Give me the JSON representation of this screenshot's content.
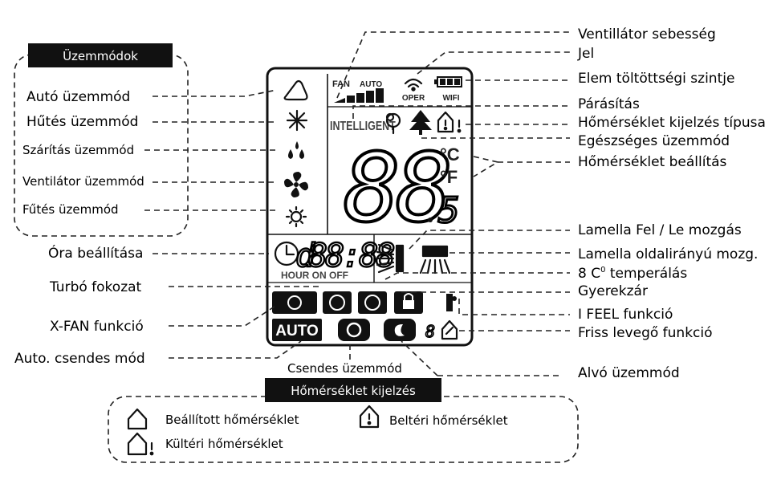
{
  "groups": {
    "modes_title": "Üzemmódok",
    "temp_display_title": "Hőmérséklet kijelzés"
  },
  "left_labels": {
    "auto_mode": "Autó üzemmód",
    "cool_mode": "Hűtés üzemmód",
    "dry_mode": "Szárítás üzemmód",
    "fan_mode": "Ventilátor üzemmód",
    "heat_mode": "Fűtés üzemmód",
    "clock": "Óra beállítása",
    "turbo": "Turbó fokozat",
    "xfan": "X-FAN funkció",
    "auto_quiet": "Auto. csendes mód",
    "quiet_mode": "Csendes üzemmód"
  },
  "right_labels": {
    "fan_speed": "Ventillátor sebesség",
    "signal": "Jel",
    "battery": "Elem töltöttségi szintje",
    "humidify": "Párásítás",
    "temp_display_type": "Hőmérséklet kijelzés típusa",
    "health": "Egészséges üzemmód",
    "temp_set": "Hőmérséklet beállítás",
    "swing_updown": "Lamella Fel / Le mozgás",
    "swing_side": "Lamella oldalirányú mozg.",
    "heat8": "8 C",
    "heat8_sup": "0",
    "heat8_suffix": " temperálás",
    "child_lock": "Gyerekzár",
    "ifeel": "I FEEL funkció",
    "fresh_air": "Friss levegő funkció",
    "sleep": "Alvó üzemmód"
  },
  "lcd": {
    "fan": "FAN",
    "auto_small": "AUTO",
    "oper": "OPER",
    "wifi": "WIFI",
    "intelligent": "INTELLIGENT",
    "temp_digits": "88",
    "unit_c": "°C",
    "unit_f": "°F",
    "small_digit": "5",
    "clock_digits": "88:88",
    "clock_lead": "d",
    "hour_on_off": "HOUR ON OFF",
    "auto_button": "AUTO",
    "small_8": "8"
  },
  "legend": {
    "set_temp": "Beállított hőmérséklet",
    "indoor_temp": "Beltéri hőmérséklet",
    "outdoor_temp": "Kültéri hőmérséklet"
  }
}
